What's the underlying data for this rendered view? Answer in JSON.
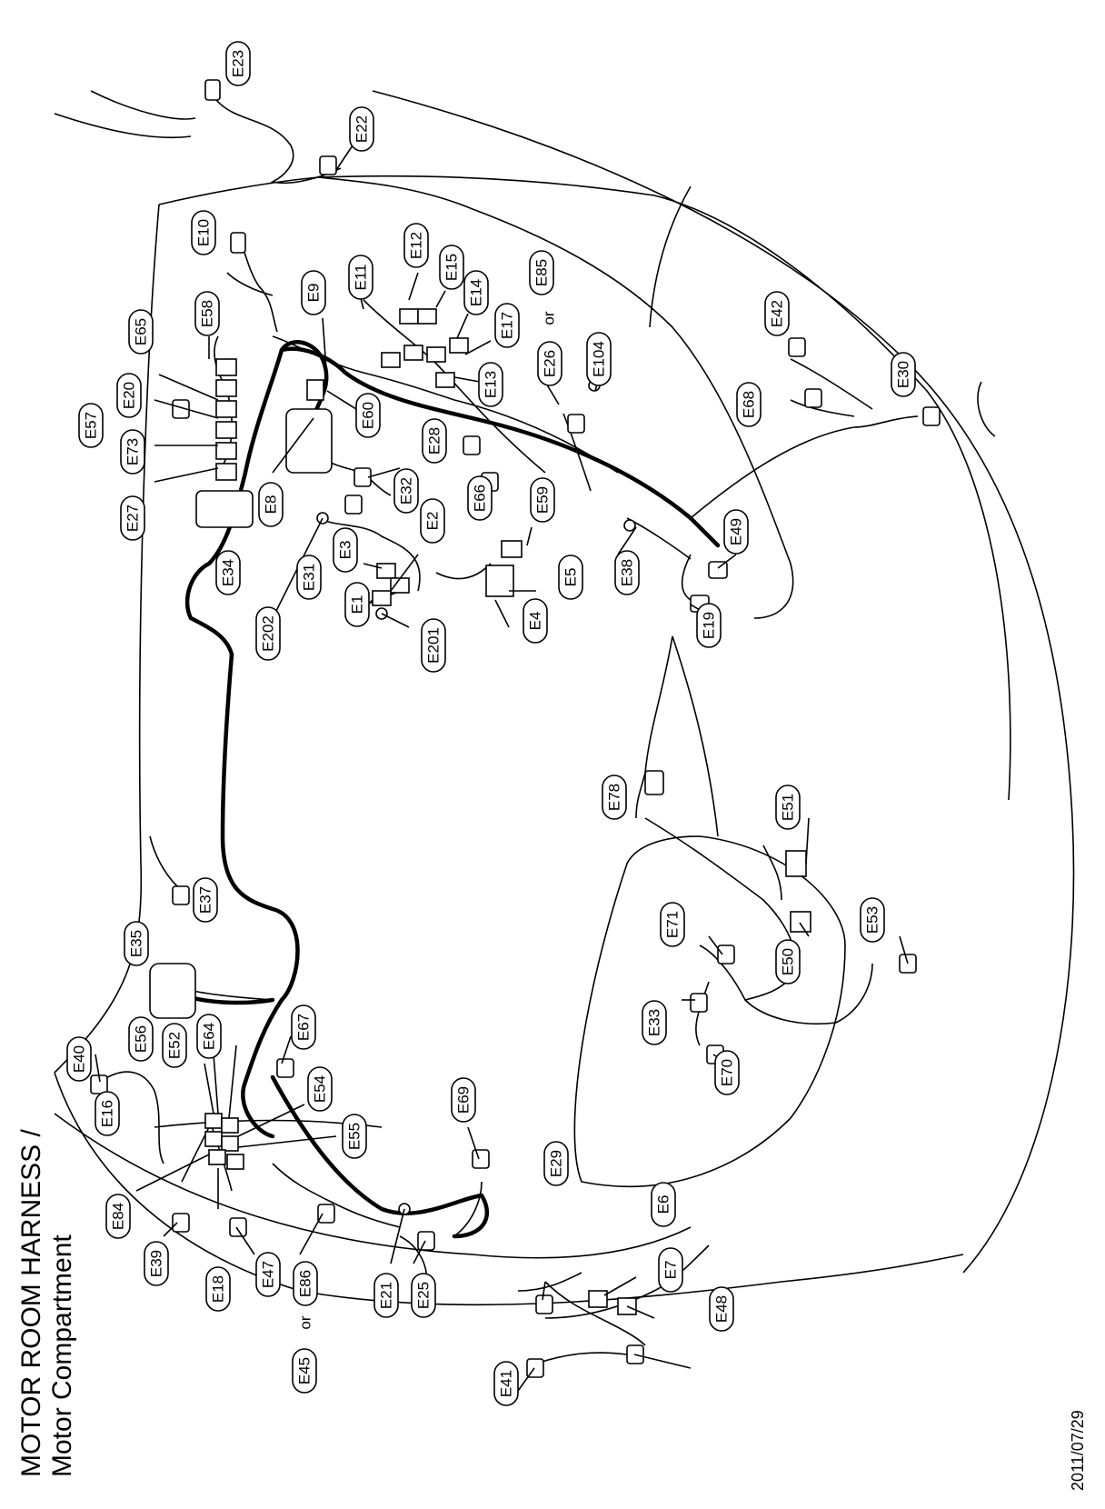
{
  "title": {
    "line1": "MOTOR ROOM HARNESS /",
    "line2": "Motor Compartment"
  },
  "date": "2011/07/29",
  "or_text": "or",
  "labels": {
    "E23": "E23",
    "E22": "E22",
    "E10": "E10",
    "E12": "E12",
    "E15": "E15",
    "E85": "E85",
    "E9": "E9",
    "E11": "E11",
    "E14": "E14",
    "E17": "E17",
    "E58": "E58",
    "E65": "E65",
    "E42": "E42",
    "E26": "E26",
    "E104": "E104",
    "E13": "E13",
    "E20": "E20",
    "E68": "E68",
    "E30": "E30",
    "E57": "E57",
    "E60": "E60",
    "E28": "E28",
    "E73": "E73",
    "E32": "E32",
    "E66": "E66",
    "E59": "E59",
    "E8": "E8",
    "E2": "E2",
    "E27": "E27",
    "E3": "E3",
    "E49": "E49",
    "E38": "E38",
    "E34": "E34",
    "E31": "E31",
    "E5": "E5",
    "E1": "E1",
    "E4": "E4",
    "E19": "E19",
    "E202": "E202",
    "E201": "E201",
    "E78": "E78",
    "E51": "E51",
    "E37": "E37",
    "E35": "E35",
    "E71": "E71",
    "E53": "E53",
    "E50": "E50",
    "E67": "E67",
    "E33": "E33",
    "E56": "E56",
    "E52": "E52",
    "E64": "E64",
    "E40": "E40",
    "E70": "E70",
    "E54": "E54",
    "E69": "E69",
    "E16": "E16",
    "E55": "E55",
    "E29": "E29",
    "E6": "E6",
    "E84": "E84",
    "E7": "E7",
    "E39": "E39",
    "E47": "E47",
    "E18": "E18",
    "E86": "E86",
    "E21": "E21",
    "E25": "E25",
    "E48": "E48",
    "E41": "E41",
    "E45": "E45"
  }
}
